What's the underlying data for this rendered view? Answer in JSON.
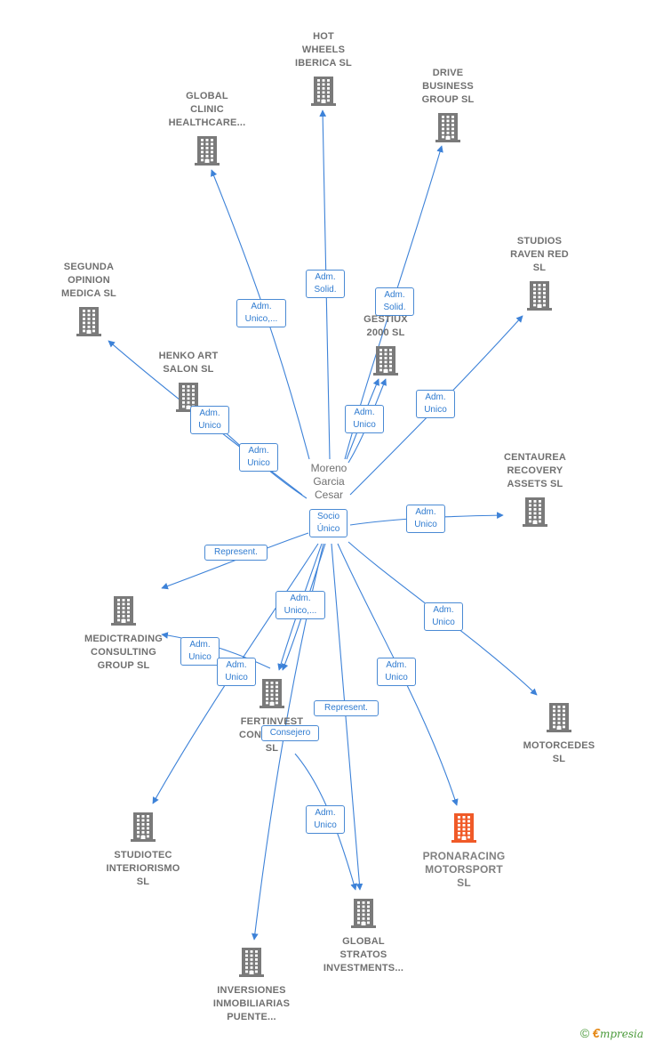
{
  "center": {
    "label": "Moreno\nGarcia\nCesar"
  },
  "companies": [
    {
      "id": "hot-wheels",
      "label": "HOT\nWHEELS\nIBERICA  SL",
      "highlight": false
    },
    {
      "id": "drive-business",
      "label": "DRIVE\nBUSINESS\nGROUP  SL",
      "highlight": false
    },
    {
      "id": "global-clinic",
      "label": "GLOBAL\nCLINIC\nHEALTHCARE...",
      "highlight": false
    },
    {
      "id": "studios-raven",
      "label": "STUDIOS\nRAVEN RED\nSL",
      "highlight": false
    },
    {
      "id": "segunda-opinion",
      "label": "SEGUNDA\nOPINION\nMEDICA SL",
      "highlight": false
    },
    {
      "id": "gestiux",
      "label": "GESTIUX\n2000  SL",
      "highlight": false
    },
    {
      "id": "henko",
      "label": "HENKO ART\nSALON  SL",
      "highlight": false
    },
    {
      "id": "centaurea",
      "label": "CENTAUREA\nRECOVERY\nASSETS  SL",
      "highlight": false
    },
    {
      "id": "medictrading",
      "label": "MEDICTRADING\nCONSULTING\nGROUP  SL",
      "highlight": false
    },
    {
      "id": "fertinvest",
      "label": "FERTINVEST\nCONSULTING\nSL",
      "highlight": false
    },
    {
      "id": "motorcedes",
      "label": "MOTORCEDES\nSL",
      "highlight": false
    },
    {
      "id": "studiotec",
      "label": "STUDIOTEC\nINTERIORISMO\nSL",
      "highlight": false
    },
    {
      "id": "pronaracing",
      "label": "PRONARACING\nMOTORSPORT\nSL",
      "highlight": true
    },
    {
      "id": "global-stratos",
      "label": "GLOBAL\nSTRATOS\nINVESTMENTS...",
      "highlight": false
    },
    {
      "id": "inversiones",
      "label": "INVERSIONES\nINMOBILIARIAS\nPUENTE...",
      "highlight": false
    }
  ],
  "edge_labels": [
    {
      "id": "hot-wheels",
      "text": "Adm.\nSolid."
    },
    {
      "id": "drive-business",
      "text": "Adm.\nSolid."
    },
    {
      "id": "global-clinic",
      "text": "Adm.\nUnico,..."
    },
    {
      "id": "studios-raven",
      "text": "Adm.\nUnico"
    },
    {
      "id": "segunda-opinion",
      "text": "Adm.\nUnico"
    },
    {
      "id": "henko",
      "text": "Adm.\nUnico"
    },
    {
      "id": "gestiux",
      "text": "Adm.\nUnico"
    },
    {
      "id": "centaurea",
      "text": "Adm.\nUnico"
    },
    {
      "id": "socio",
      "text": "Socio\nÚnico"
    },
    {
      "id": "medictrading-rep",
      "text": "Represent."
    },
    {
      "id": "fertinvest",
      "text": "Adm.\nUnico,..."
    },
    {
      "id": "medictrading",
      "text": "Adm.\nUnico"
    },
    {
      "id": "studiotec",
      "text": "Adm.\nUnico"
    },
    {
      "id": "motorcedes",
      "text": "Adm.\nUnico"
    },
    {
      "id": "pronaracing",
      "text": "Adm.\nUnico"
    },
    {
      "id": "stratos-rep",
      "text": "Represent."
    },
    {
      "id": "consejero",
      "text": "Consejero"
    },
    {
      "id": "stratos-adm",
      "text": "Adm.\nUnico"
    }
  ],
  "colors": {
    "edge": "#3d82d8",
    "building": "#7a7a7a",
    "highlight": "#f05a28"
  },
  "footer": {
    "copyright": "©",
    "brand_e": "€",
    "brand_rest": "mpresia"
  }
}
